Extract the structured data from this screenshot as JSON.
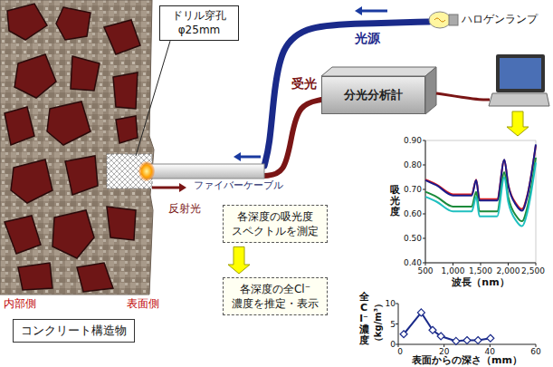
{
  "diagram": {
    "nodes": [
      {
        "text": [
          "ドリル穿孔 φ25mm"
        ]
      },
      {
        "text": [
          "分光分析計"
        ]
      },
      {
        "text": [
          "各深度の吸光度 スペクトルを測定"
        ]
      },
      {
        "text": [
          "各深度の全Cl⁻ 濃度を推定・表示"
        ]
      },
      {
        "text": [
          "コンクリート構造物"
        ]
      }
    ],
    "labels": [
      "光源",
      "ハロゲンランプ",
      "受光",
      "ファイバーケーブル",
      "反射光",
      "内部側",
      "表面側",
      "吸光度",
      "0.90",
      "0.80",
      "0.70",
      "0.60",
      "0.50",
      "0.40",
      "500",
      "1,000",
      "1,500",
      "2,000",
      "2,500",
      "波長（nm）",
      "全Cl⁻濃度",
      "（kg/m³）",
      "10",
      "5",
      "0",
      "0",
      "20",
      "40",
      "60",
      "表面からの深さ（mm）"
    ]
  }
}
